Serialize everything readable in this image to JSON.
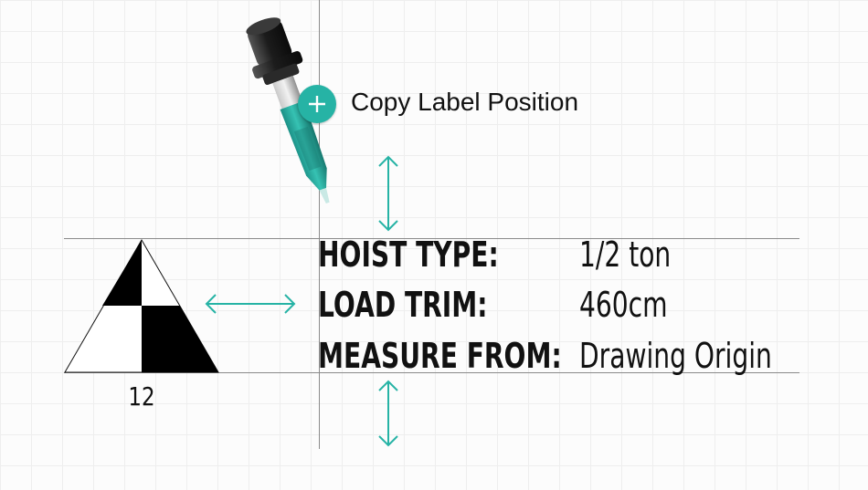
{
  "tool": {
    "label": "Copy Label Position",
    "icon": "eyedropper-icon",
    "action_icon": "plus-icon",
    "accent_color": "#26b3a5"
  },
  "symbol": {
    "icon": "split-triangle-symbol-icon",
    "number": "12"
  },
  "label_fields": [
    {
      "key": "HOIST TYPE:",
      "value": "1/2 ton"
    },
    {
      "key": "LOAD TRIM:",
      "value": "460cm"
    },
    {
      "key": "MEASURE FROM:",
      "value": "Drawing Origin"
    }
  ],
  "indicators": {
    "arrow_color": "#26b3a5",
    "guide_color": "#8a8a8a",
    "grid_color": "#eeeeee"
  }
}
